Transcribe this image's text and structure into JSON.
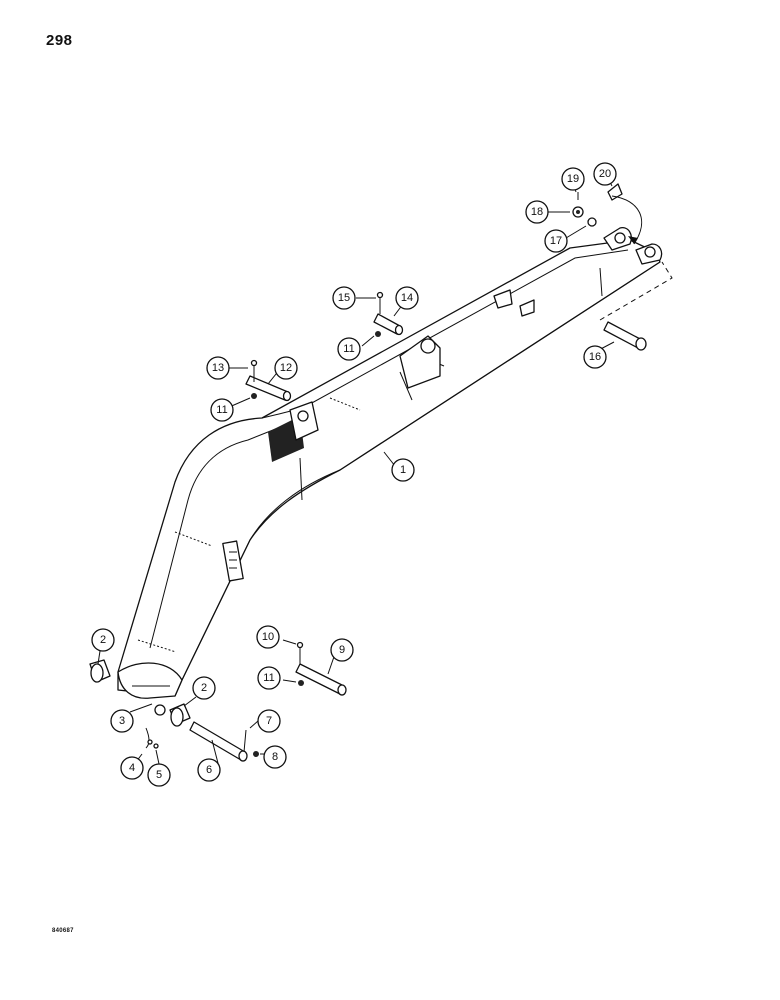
{
  "page_number": "298",
  "image_code": "840687",
  "callouts": [
    {
      "id": "c1",
      "label": "1"
    },
    {
      "id": "c2a",
      "label": "2"
    },
    {
      "id": "c2b",
      "label": "2"
    },
    {
      "id": "c3",
      "label": "3"
    },
    {
      "id": "c4",
      "label": "4"
    },
    {
      "id": "c5",
      "label": "5"
    },
    {
      "id": "c6",
      "label": "6"
    },
    {
      "id": "c7",
      "label": "7"
    },
    {
      "id": "c8",
      "label": "8"
    },
    {
      "id": "c9",
      "label": "9"
    },
    {
      "id": "c10",
      "label": "10"
    },
    {
      "id": "c11a",
      "label": "11"
    },
    {
      "id": "c11b",
      "label": "11"
    },
    {
      "id": "c11c",
      "label": "11"
    },
    {
      "id": "c12",
      "label": "12"
    },
    {
      "id": "c13",
      "label": "13"
    },
    {
      "id": "c14",
      "label": "14"
    },
    {
      "id": "c15",
      "label": "15"
    },
    {
      "id": "c16",
      "label": "16"
    },
    {
      "id": "c17",
      "label": "17"
    },
    {
      "id": "c18",
      "label": "18"
    },
    {
      "id": "c19",
      "label": "19"
    },
    {
      "id": "c20",
      "label": "20"
    }
  ]
}
